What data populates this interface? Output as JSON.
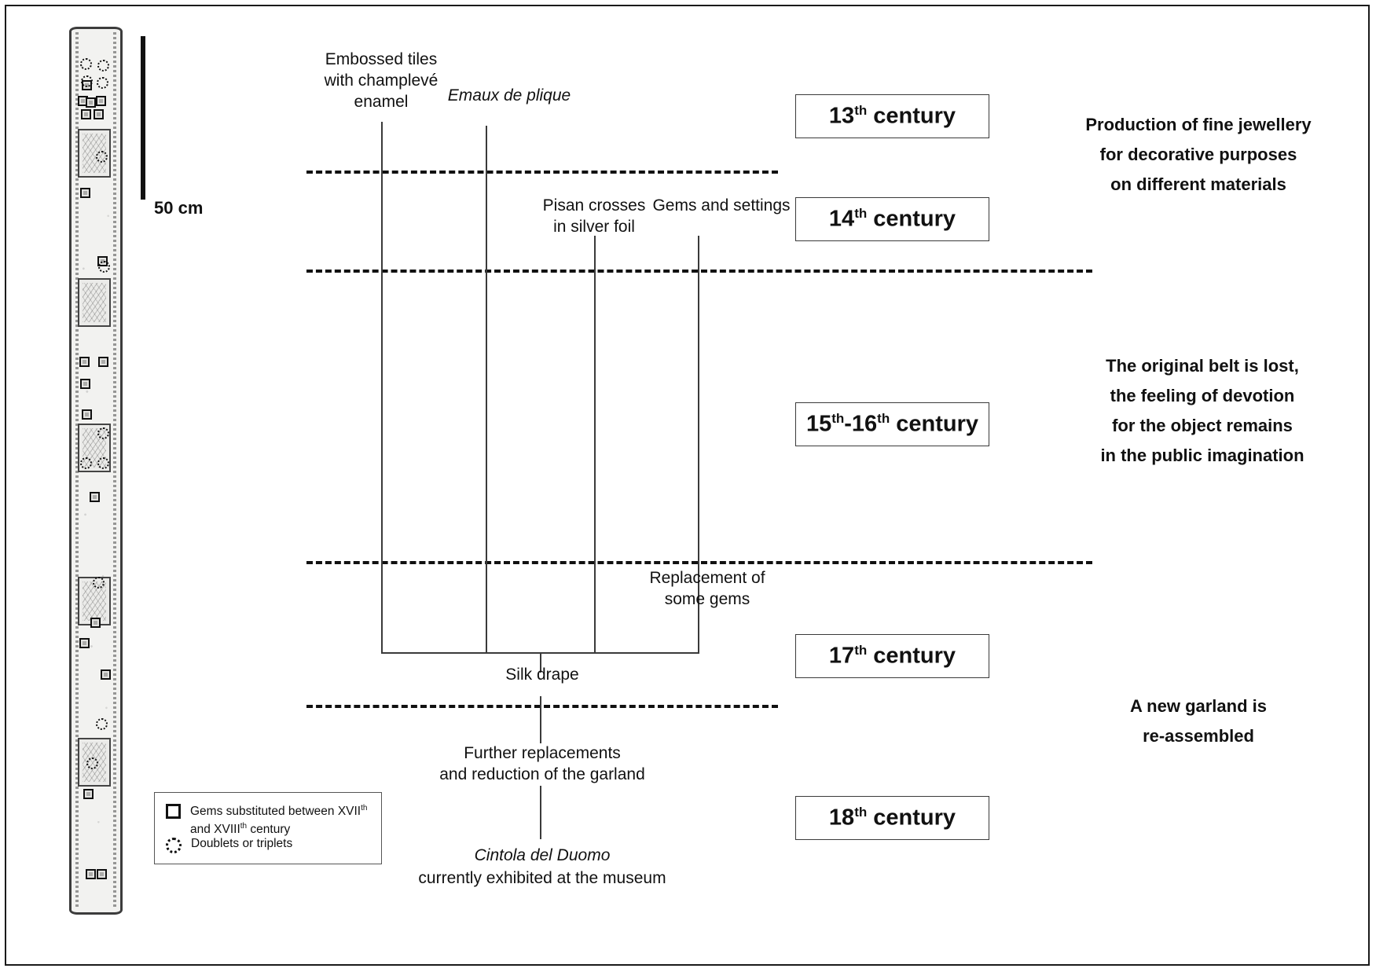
{
  "figure": {
    "type": "timeline-diagram",
    "subject": "Cintola del Duomo — chronology of the belt"
  },
  "scale": {
    "label": "50 cm"
  },
  "legend": {
    "items": [
      {
        "icon": "square-outline-icon",
        "line1": "Gems substituted between XVII",
        "sup1": "th",
        "line2": "and XVIII",
        "sup2": "th",
        "line2b": " century"
      },
      {
        "icon": "dotted-circle-icon",
        "line1": "Doublets or triplets"
      }
    ]
  },
  "timeline": {
    "labels": [
      {
        "id": "embossed-tiles",
        "text": "Embossed tiles\nwith champlevé\nenamel",
        "italic": false
      },
      {
        "id": "emaux-de-plique",
        "text": "Emaux de plique",
        "italic": true
      },
      {
        "id": "pisan-crosses",
        "text": "Pisan crosses\nin silver foil",
        "italic": false
      },
      {
        "id": "gems-and-settings",
        "text": "Gems and settings",
        "italic": false
      },
      {
        "id": "replacement-some-gems",
        "text": "Replacement of\nsome gems",
        "italic": false
      },
      {
        "id": "silk-drape",
        "text": "Silk drape",
        "italic": false
      },
      {
        "id": "further-replacements",
        "text": "Further replacements\nand reduction of the garland",
        "italic": false
      },
      {
        "id": "cintola-italic",
        "text": "Cintola del Duomo",
        "italic": true
      },
      {
        "id": "cintola-sub",
        "text": "currently exhibited at the museum",
        "italic": false
      }
    ]
  },
  "centuries": [
    {
      "id": "c13",
      "num": "13",
      "sup": "th",
      "word": " century"
    },
    {
      "id": "c14",
      "num": "14",
      "sup": "th",
      "word": " century"
    },
    {
      "id": "c15-16",
      "num": "15",
      "sup": "th",
      "num2": "-16",
      "sup2": "th",
      "word": " century"
    },
    {
      "id": "c17",
      "num": "17",
      "sup": "th",
      "word": " century"
    },
    {
      "id": "c18",
      "num": "18",
      "sup": "th",
      "word": " century"
    }
  ],
  "notes": [
    {
      "id": "note-production",
      "text": "Production of fine jewellery\nfor decorative purposes\non different materials"
    },
    {
      "id": "note-lost",
      "text": "The original belt is lost,\nthe feeling of devotion\nfor the object remains\nin the public imagination"
    },
    {
      "id": "note-garland",
      "text": "A new garland is\nre-assembled"
    }
  ],
  "colors": {
    "ink": "#111111",
    "line": "#3a3a3a",
    "frame": "#1a1a1a",
    "paper": "#ffffff"
  }
}
